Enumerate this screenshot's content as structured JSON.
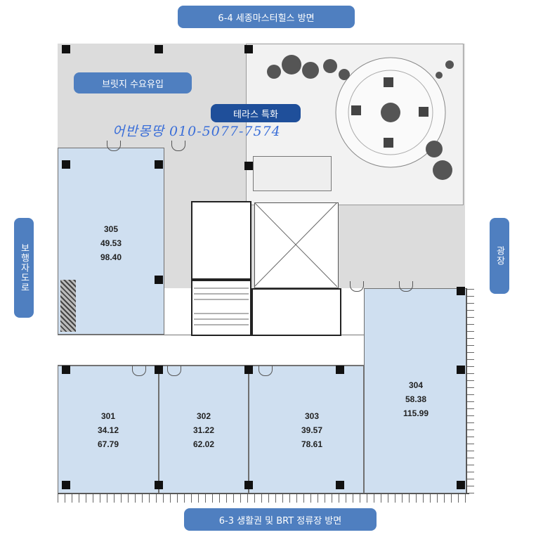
{
  "labels": {
    "top": "6-4 세종마스터힐스 방면",
    "bottom": "6-3 생활권 및 BRT 정류장 방면",
    "left": "보행자도로",
    "right": "광장",
    "bridge": "브릿지 수요유입",
    "terrace": "테라스 특화",
    "handwriting": "어반몽땅 010-5077-7574"
  },
  "units": [
    {
      "id": "305",
      "a": "49.53",
      "b": "98.40"
    },
    {
      "id": "301",
      "a": "34.12",
      "b": "67.79"
    },
    {
      "id": "302",
      "a": "31.22",
      "b": "62.02"
    },
    {
      "id": "303",
      "a": "39.57",
      "b": "78.61"
    },
    {
      "id": "304",
      "a": "58.38",
      "b": "115.99"
    }
  ],
  "colors": {
    "pill": "#4f7fc0",
    "pill_dark": "#1f4f9a",
    "unit_fill": "#cfdff0",
    "terrace_fill": "#dcdcdc",
    "garden_fill": "#f2f2f2"
  }
}
